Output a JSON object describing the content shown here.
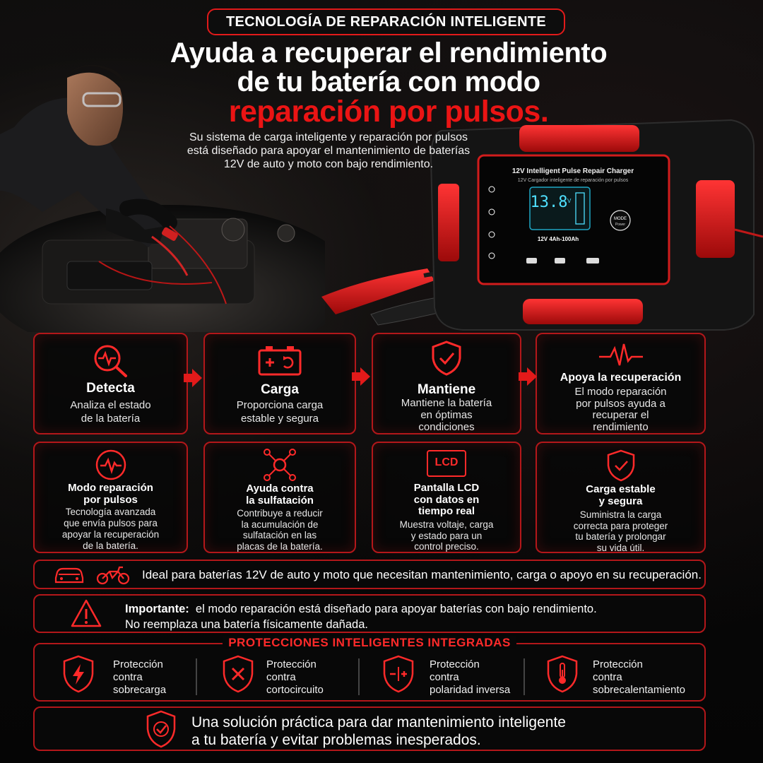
{
  "header": {
    "badge": "TECNOLOGÍA DE REPARACIÓN INTELIGENTE",
    "title_line1": "Ayuda a recuperar el rendimiento",
    "title_line2": "de tu batería con modo",
    "title_line3": "reparación por pulsos.",
    "subtitle_line1": "Su sistema de carga inteligente y reparación por pulsos",
    "subtitle_line2": "está diseñado para apoyar el mantenimiento de baterías",
    "subtitle_line3": "12V de auto y moto con bajo rendimiento."
  },
  "charger": {
    "label": "12V Intelligent Pulse Repair Charger",
    "sublabel": "12V Cargador inteligente de reparación por pulsos",
    "display": "13.8",
    "display_unit": "V",
    "capacity": "12V  4Ah-100Ah",
    "mode_button": "MODE",
    "power_label": "Power"
  },
  "steps": [
    {
      "title": "Detecta",
      "desc1": "Analiza el estado",
      "desc2": "de la batería",
      "icon": "magnifier-pulse-icon"
    },
    {
      "title": "Carga",
      "desc1": "Proporciona carga",
      "desc2": "estable y segura",
      "icon": "battery-icon"
    },
    {
      "title": "Mantiene",
      "desc1": "Mantiene la batería",
      "desc2": "en óptimas",
      "desc3": "condiciones",
      "icon": "shield-check-icon"
    },
    {
      "title": "Apoya la recuperación",
      "desc1": "El modo reparación",
      "desc2": "por pulsos ayuda a",
      "desc3": "recuperar el",
      "desc4": "rendimiento",
      "icon": "pulse-icon"
    }
  ],
  "features": [
    {
      "title1": "Modo reparación",
      "title2": "por pulsos",
      "desc1": "Tecnología avanzada",
      "desc2": "que envía pulsos para",
      "desc3": "apoyar la recuperación",
      "desc4": "de la batería.",
      "icon": "pulse-circle-icon"
    },
    {
      "title1": "Ayuda contra",
      "title2": "la sulfatación",
      "desc1": "Contribuye a reducir",
      "desc2": "la acumulación de",
      "desc3": "sulfatación en las",
      "desc4": "placas de la batería.",
      "icon": "molecule-icon"
    },
    {
      "title1": "Pantalla LCD",
      "title2": "con datos en",
      "title3": "tiempo real",
      "desc1": "Muestra voltaje, carga",
      "desc2": "y estado para un",
      "desc3": "control preciso.",
      "icon": "lcd-icon",
      "icon_text": "LCD"
    },
    {
      "title1": "Carga estable",
      "title2": "y segura",
      "desc1": "Suministra la carga",
      "desc2": "correcta para proteger",
      "desc3": "tu batería y prolongar",
      "desc4": "su vida útil.",
      "icon": "shield-check-icon"
    }
  ],
  "ideal": {
    "text": "Ideal para baterías 12V de auto y moto que necesitan mantenimiento, carga o apoyo en su recuperación."
  },
  "important": {
    "label": "Importante:",
    "text1": "el modo reparación está diseñado para apoyar baterías con bajo rendimiento.",
    "text2": "No reemplaza una batería físicamente dañada."
  },
  "protections": {
    "title": "PROTECCIONES INTELIGENTES INTEGRADAS",
    "items": [
      {
        "l1": "Protección",
        "l2": "contra",
        "l3": "sobrecarga",
        "icon": "shield-bolt-icon"
      },
      {
        "l1": "Protección",
        "l2": "contra",
        "l3": "cortocircuito",
        "icon": "shield-x-icon"
      },
      {
        "l1": "Protección",
        "l2": "contra",
        "l3": "polaridad inversa",
        "icon": "shield-polarity-icon"
      },
      {
        "l1": "Protección",
        "l2": "contra",
        "l3": "sobrecalentamiento",
        "icon": "shield-thermometer-icon"
      }
    ]
  },
  "footer": {
    "line1": "Una solución práctica para dar mantenimiento inteligente",
    "line2": "a tu batería y evitar problemas inesperados."
  },
  "colors": {
    "accent": "#e21a1a",
    "border": "#b3171a",
    "background": "#070707"
  }
}
